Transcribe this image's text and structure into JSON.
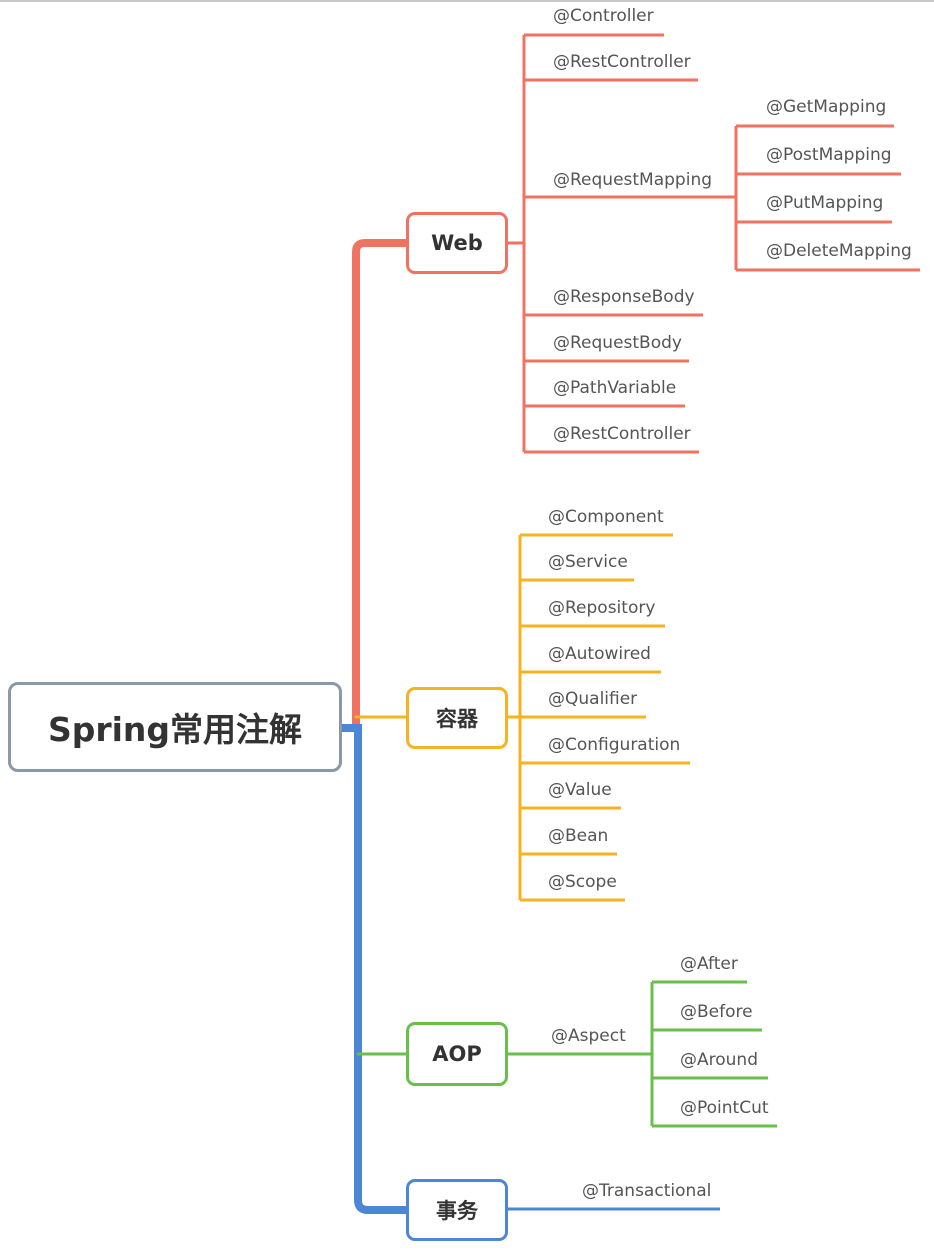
{
  "root": {
    "label": "Spring常用注解"
  },
  "colors": {
    "web": "#f07260",
    "ioc": "#f7b21f",
    "aop": "#6abf4b",
    "tx": "#4d86d4",
    "root_border": "#8a98a8"
  },
  "branches": {
    "web": {
      "label": "Web",
      "items": [
        "@Controller",
        "@RestController",
        "@RequestMapping",
        "@ResponseBody",
        "@RequestBody",
        "@PathVariable",
        "@RestController"
      ],
      "request_mapping_children": [
        "@GetMapping",
        "@PostMapping",
        "@PutMapping",
        "@DeleteMapping"
      ]
    },
    "ioc": {
      "label": "容器",
      "items": [
        "@Component",
        "@Service",
        "@Repository",
        "@Autowired",
        "@Qualifier",
        "@Configuration",
        "@Value",
        "@Bean",
        "@Scope"
      ]
    },
    "aop": {
      "label": "AOP",
      "aspect": "@Aspect",
      "aspect_children": [
        "@After",
        "@Before",
        "@Around",
        "@PointCut"
      ]
    },
    "tx": {
      "label": "事务",
      "items": [
        "@Transactional"
      ]
    }
  }
}
